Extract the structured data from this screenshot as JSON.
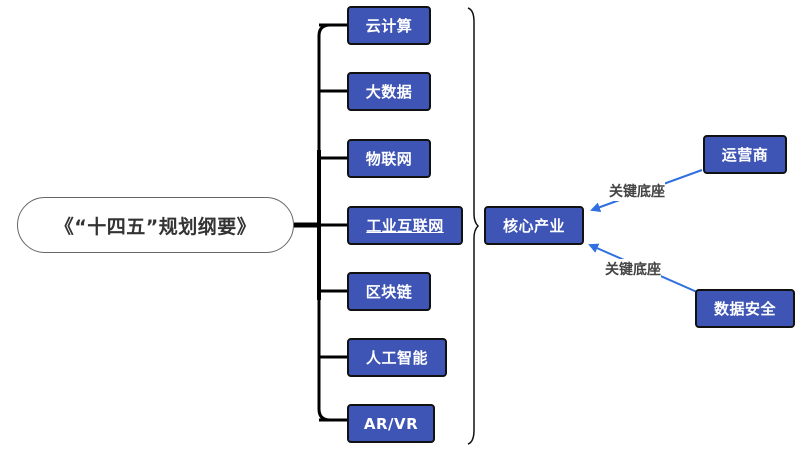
{
  "root": {
    "label": "《“十四五”规划纲要》"
  },
  "branches": [
    {
      "id": "cloud",
      "label": "云计算"
    },
    {
      "id": "bigdata",
      "label": "大数据"
    },
    {
      "id": "iot",
      "label": "物联网"
    },
    {
      "id": "industrial-internet",
      "label": "工业互联网"
    },
    {
      "id": "blockchain",
      "label": "区块链"
    },
    {
      "id": "ai",
      "label": "人工智能"
    },
    {
      "id": "arvr",
      "label": "AR/VR"
    }
  ],
  "summary": {
    "label": "核心产业"
  },
  "relations": [
    {
      "from": "运营商",
      "to": "核心产业",
      "label": "关键底座"
    },
    {
      "from": "数据安全",
      "to": "核心产业",
      "label": "关键底座"
    }
  ],
  "colors": {
    "node_fill": "#3f55b5",
    "node_border": "#111111",
    "arrow": "#2f6fe0",
    "connector": "#000000"
  }
}
